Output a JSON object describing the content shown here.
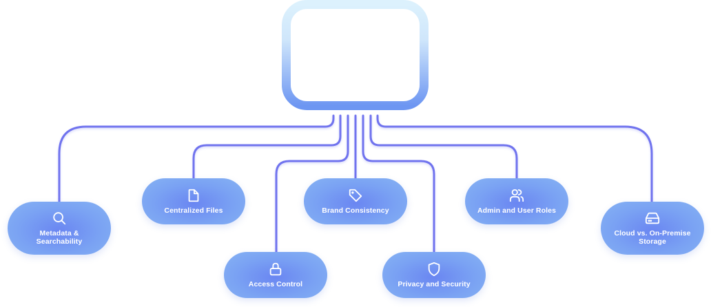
{
  "diagram": {
    "hub": {
      "icon": "browser-window-icon"
    },
    "colors": {
      "connector": "#6f73ee",
      "pill_center": "#6a86f2",
      "pill_edge": "#86b3f3",
      "hub_top": "#d9f0fc",
      "hub_bottom": "#6d96f2",
      "text": "#ffffff"
    },
    "nodes": [
      {
        "id": "metadata",
        "label": "Metadata & Searchability",
        "lines": [
          "Metadata &",
          "Searchability"
        ],
        "icon": "search-icon"
      },
      {
        "id": "centralized-files",
        "label": "Centralized Files",
        "lines": [
          "Centralized Files"
        ],
        "icon": "file-icon"
      },
      {
        "id": "access-control",
        "label": "Access Control",
        "lines": [
          "Access Control"
        ],
        "icon": "lock-icon"
      },
      {
        "id": "brand-consistency",
        "label": "Brand Consistency",
        "lines": [
          "Brand Consistency"
        ],
        "icon": "tag-icon"
      },
      {
        "id": "privacy-security",
        "label": "Privacy and Security",
        "lines": [
          "Privacy and Security"
        ],
        "icon": "shield-icon"
      },
      {
        "id": "admin-user-roles",
        "label": "Admin and User Roles",
        "lines": [
          "Admin and User Roles"
        ],
        "icon": "users-icon"
      },
      {
        "id": "cloud-storage",
        "label": "Cloud vs. On-Premise Storage",
        "lines": [
          "Cloud vs. On-Premise",
          "Storage"
        ],
        "icon": "hard-drive-icon"
      }
    ]
  }
}
